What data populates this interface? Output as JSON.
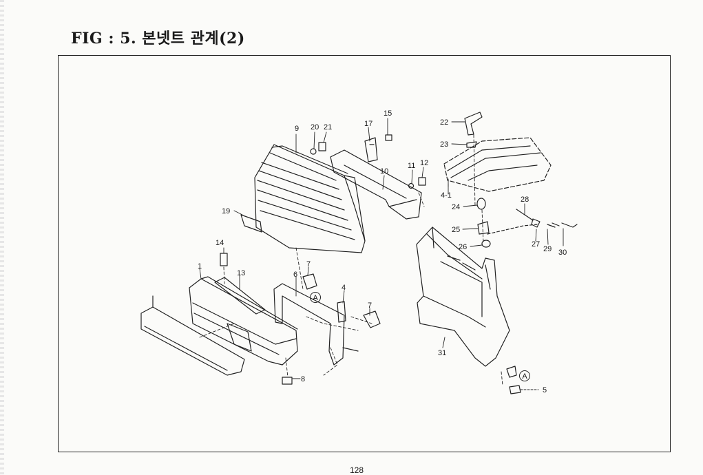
{
  "header": {
    "title": "FIG : 5. 본넷트 관계(2)"
  },
  "diagram": {
    "callouts": {
      "c1": "1",
      "c4": "4",
      "c4_1": "4-1",
      "c5": "5",
      "c6": "6",
      "c7a": "7",
      "c7b": "7",
      "c8": "8",
      "c9": "9",
      "c10": "10",
      "c11": "11",
      "c12": "12",
      "c13": "13",
      "c14": "14",
      "c15": "15",
      "c17": "17",
      "c19": "19",
      "c20": "20",
      "c21": "21",
      "c22": "22",
      "c23": "23",
      "c24": "24",
      "c25": "25",
      "c26": "26",
      "c27": "27",
      "c28": "28",
      "c29": "29",
      "c30": "30",
      "c31": "31"
    },
    "reference_marks": {
      "a1": "A",
      "a2": "A"
    }
  },
  "footer": {
    "page_number": "128"
  }
}
